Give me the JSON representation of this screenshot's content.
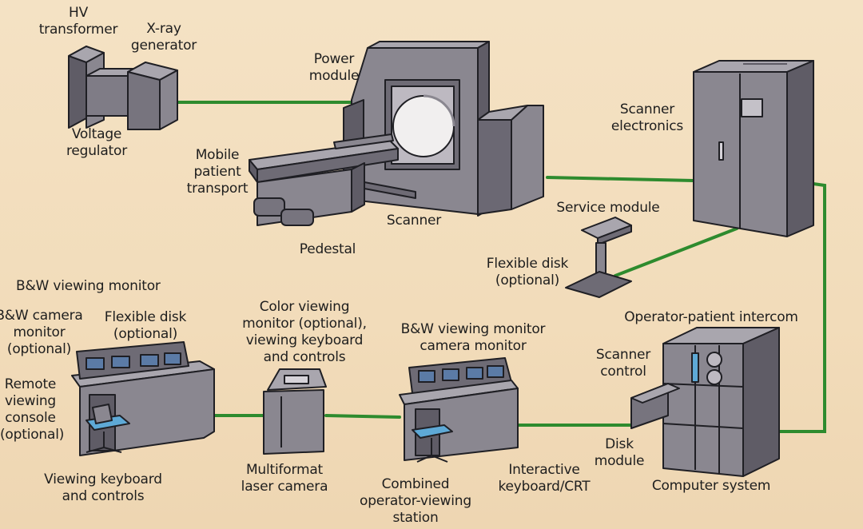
{
  "labels": {
    "hv_transformer": "HV\ntransformer",
    "xray_generator": "X-ray\ngenerator",
    "voltage_regulator": "Voltage\nregulator",
    "power_module": "Power\nmodule",
    "mobile_patient_transport": "Mobile\npatient\ntransport",
    "scanner": "Scanner",
    "pedestal": "Pedestal",
    "scanner_electronics": "Scanner\nelectronics",
    "service_module": "Service module",
    "flexible_disk_right": "Flexible disk\n(optional)",
    "operator_patient_intercom": "Operator-patient intercom",
    "scanner_control": "Scanner\ncontrol",
    "disk_module": "Disk\nmodule",
    "computer_system": "Computer system",
    "bw_viewing_monitor_left": "B&W viewing monitor",
    "bw_camera_monitor": "B&W camera\nmonitor\n(optional)",
    "flexible_disk_left": "Flexible disk\n(optional)",
    "remote_viewing_console": "Remote\nviewing\nconsole\n(optional)",
    "viewing_keyboard_controls": "Viewing keyboard\nand controls",
    "color_viewing_monitor": "Color viewing\nmonitor (optional),\nviewing keyboard\nand controls",
    "multiformat_laser_camera": "Multiformat\nlaser camera",
    "bw_viewing_camera_monitor": "B&W viewing monitor\ncamera monitor",
    "combined_station": "Combined\noperator-viewing\nstation",
    "interactive_keyboard": "Interactive\nkeyboard/CRT"
  },
  "colors": {
    "background": "#f3dfbf",
    "cable": "#2e8b2e",
    "equipment": "#8a8790",
    "equipment_light": "#a9a6ae",
    "equipment_dark": "#5f5c66",
    "outline": "#1f1f24",
    "screen": "#5b7ba6",
    "chair_seat": "#5ea9d6",
    "text": "#1e1e1e"
  },
  "components": [
    {
      "name": "hv-transformer",
      "icon": "transformer-icon"
    },
    {
      "name": "scanner-gantry",
      "icon": "ct-gantry-icon"
    },
    {
      "name": "mobile-patient-transport",
      "icon": "patient-table-icon"
    },
    {
      "name": "scanner-electronics-cabinet",
      "icon": "cabinet-icon"
    },
    {
      "name": "service-module",
      "icon": "service-stand-icon"
    },
    {
      "name": "computer-system",
      "icon": "computer-icon"
    },
    {
      "name": "remote-viewing-console",
      "icon": "console-icon"
    },
    {
      "name": "multiformat-laser-camera",
      "icon": "laser-camera-icon"
    },
    {
      "name": "operator-viewing-station",
      "icon": "console-icon"
    }
  ]
}
